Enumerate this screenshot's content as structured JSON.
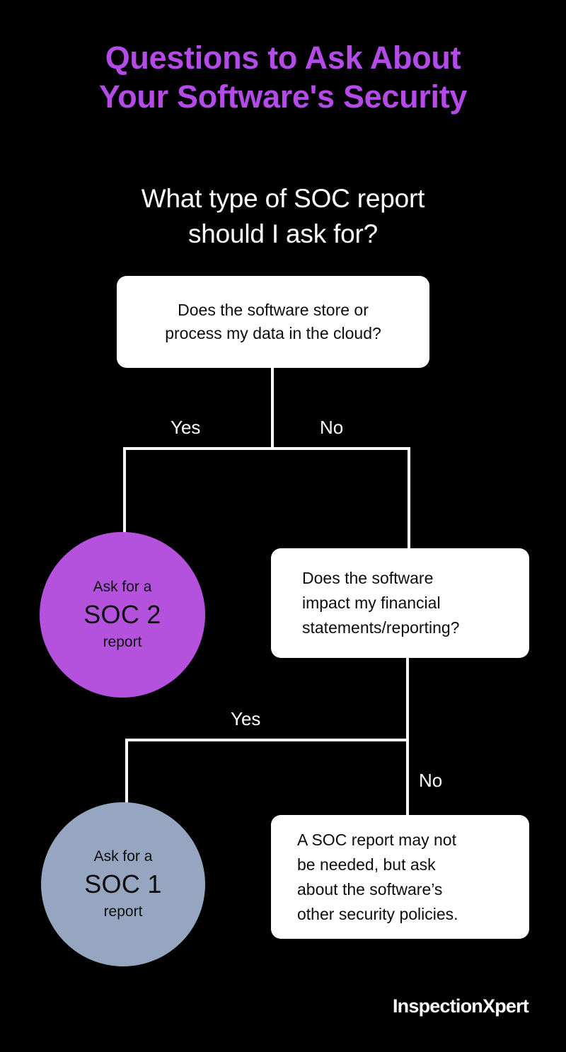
{
  "background_color": "#000000",
  "header": {
    "title_color": "#b44ae8",
    "title_lines": [
      "Questions to Ask About",
      "Your Software's Security"
    ],
    "subtitle_color": "#ffffff",
    "subtitle_lines": [
      "What type of SOC report",
      "should I ask for?"
    ]
  },
  "flowchart": {
    "type": "decision-tree",
    "question_1": {
      "lines": [
        "Does the software store or",
        "process my data in the cloud?"
      ],
      "box_color": "#ffffff",
      "text_color": "#0d0d0d"
    },
    "branch_1": {
      "yes_label": "Yes",
      "no_label": "No"
    },
    "result_soc2": {
      "prefix": "Ask for a",
      "headline": "SOC 2",
      "suffix": "report",
      "circle_color": "#b552dd",
      "text_color": "#0d0d0d"
    },
    "question_2": {
      "lines": [
        "Does the software",
        "impact my financial",
        "statements/reporting?"
      ],
      "box_color": "#ffffff",
      "text_color": "#0d0d0d"
    },
    "branch_2": {
      "yes_label": "Yes",
      "no_label": "No"
    },
    "result_soc1": {
      "prefix": "Ask for a",
      "headline": "SOC 1",
      "suffix": "report",
      "circle_color": "#97a6c0",
      "text_color": "#0d0d0d"
    },
    "result_none": {
      "lines": [
        " A SOC report may not",
        "be needed, but ask",
        "about the software’s",
        "other security policies."
      ],
      "box_color": "#ffffff",
      "text_color": "#0d0d0d"
    },
    "connector_color": "#ffffff"
  },
  "footer": {
    "logo_text": "InspectionXpert",
    "logo_color": "#ffffff"
  }
}
